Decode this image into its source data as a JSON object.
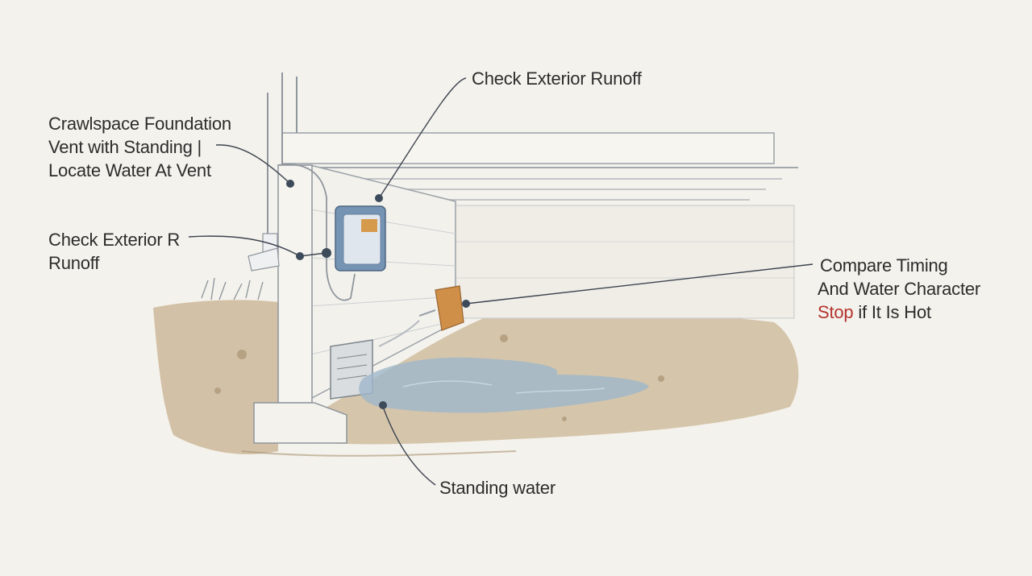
{
  "callouts": {
    "crawlspace_vent": {
      "lines": [
        "Crawlspace Foundation",
        "Vent with Standing |",
        "Locate Water At Vent"
      ]
    },
    "check_exterior_r": {
      "lines": [
        "Check Exterior R",
        "Runoff"
      ]
    },
    "check_exterior_runoff": {
      "text": "Check Exterior Runoff"
    },
    "compare_timing": {
      "lines": [
        "Compare Timing",
        "And Water Character"
      ],
      "stop_word": "Stop",
      "stop_rest": " if It Is Hot"
    },
    "standing_water": {
      "text": "Standing water"
    }
  },
  "colors": {
    "background": "#f4f2ec",
    "stop_highlight": "#b3332e",
    "leader_line": "#3d4450",
    "water": "#9fb9cc",
    "soil": "#c9b79a",
    "meter_box": "#6f8fb0",
    "valve": "#c98a45"
  }
}
